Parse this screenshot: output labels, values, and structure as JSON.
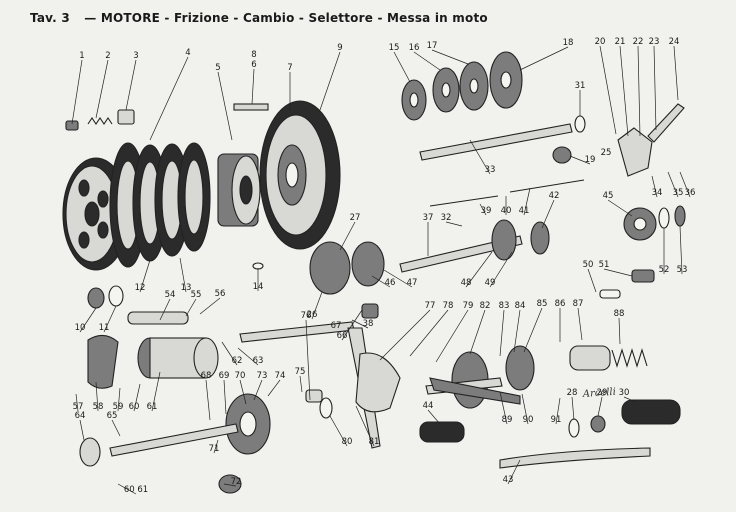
{
  "title": {
    "plate": "Tav. 3",
    "dash": "—",
    "text": "MOTORE - Frizione - Cambio - Selettore - Messa in moto"
  },
  "signature": "Arcelli",
  "callouts": [
    "1",
    "2",
    "3",
    "4",
    "5",
    "6",
    "7",
    "8",
    "9",
    "10",
    "11",
    "12",
    "13",
    "14",
    "15",
    "16",
    "17",
    "18",
    "19",
    "20",
    "21",
    "22",
    "23",
    "24",
    "25",
    "26",
    "27",
    "28",
    "29",
    "30",
    "31",
    "32",
    "33",
    "34",
    "35",
    "36",
    "37",
    "38",
    "39",
    "40",
    "41",
    "42",
    "43",
    "44",
    "45",
    "46",
    "47",
    "48",
    "49",
    "50",
    "51",
    "52",
    "53",
    "54",
    "55",
    "56",
    "57",
    "58",
    "59",
    "60",
    "61",
    "62",
    "63",
    "64",
    "65",
    "66",
    "67",
    "68",
    "69",
    "70",
    "71",
    "72",
    "73",
    "74",
    "75",
    "76",
    "77",
    "78",
    "79",
    "80",
    "81",
    "82",
    "83",
    "84",
    "85",
    "86",
    "87",
    "88",
    "89",
    "90",
    "91",
    "60 61"
  ]
}
